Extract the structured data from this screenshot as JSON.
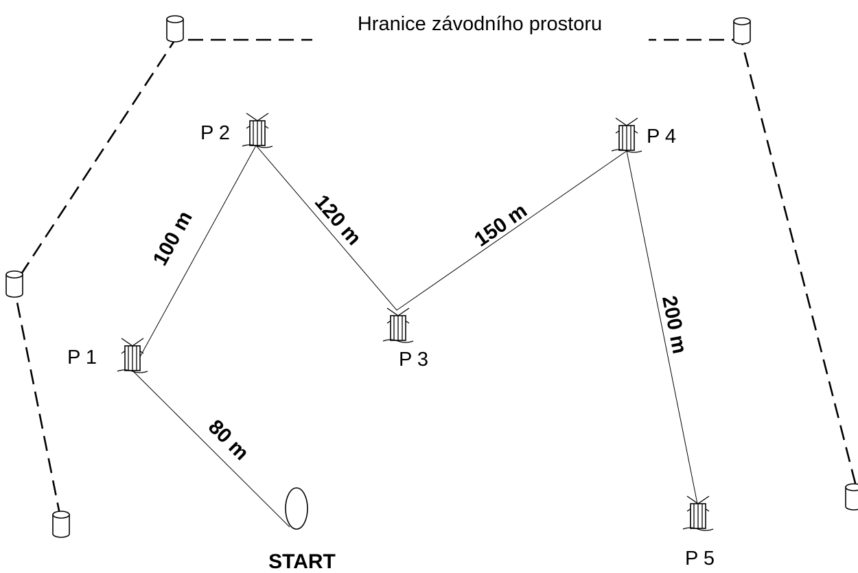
{
  "boundary_label": "Hranice závodního prostoru",
  "start_label": "START",
  "checkpoints": [
    {
      "id": "p1",
      "label": "P 1"
    },
    {
      "id": "p2",
      "label": "P 2"
    },
    {
      "id": "p3",
      "label": "P 3"
    },
    {
      "id": "p4",
      "label": "P 4"
    },
    {
      "id": "p5",
      "label": "P 5"
    }
  ],
  "legs": [
    {
      "from": "START",
      "to": "P 1",
      "label": "80 m"
    },
    {
      "from": "P 1",
      "to": "P 2",
      "label": "100 m"
    },
    {
      "from": "P 2",
      "to": "P 3",
      "label": "120 m"
    },
    {
      "from": "P 3",
      "to": "P 4",
      "label": "150 m"
    },
    {
      "from": "P 4",
      "to": "P 5",
      "label": "200 m"
    }
  ]
}
